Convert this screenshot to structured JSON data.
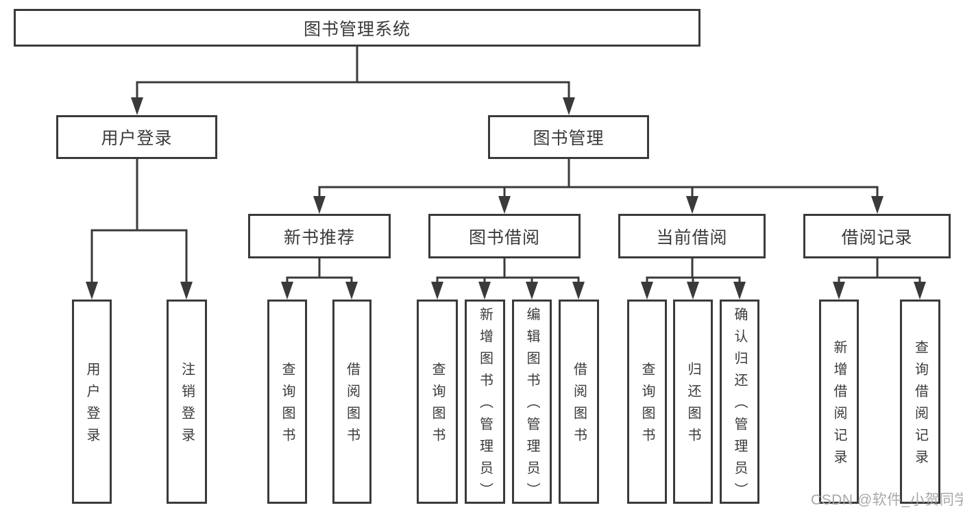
{
  "diagram": {
    "root": {
      "label": "图书管理系统"
    },
    "branches": [
      {
        "label": "用户登录",
        "children": [
          {
            "label": "用户登录"
          },
          {
            "label": "注销登录"
          }
        ]
      },
      {
        "label": "图书管理",
        "children": [
          {
            "label": "新书推荐",
            "children": [
              {
                "label": "查询图书"
              },
              {
                "label": "借阅图书"
              }
            ]
          },
          {
            "label": "图书借阅",
            "children": [
              {
                "label": "查询图书"
              },
              {
                "label": "新增图书（管理员）"
              },
              {
                "label": "编辑图书（管理员）"
              },
              {
                "label": "借阅图书"
              }
            ]
          },
          {
            "label": "当前借阅",
            "children": [
              {
                "label": "查询图书"
              },
              {
                "label": "归还图书"
              },
              {
                "label": "确认归还（管理员）"
              }
            ]
          },
          {
            "label": "借阅记录",
            "children": [
              {
                "label": "新增借阅记录"
              },
              {
                "label": "查询借阅记录"
              }
            ]
          }
        ]
      }
    ]
  },
  "watermark": {
    "text": "CSDN @软件_小贺同学",
    "color": "#a8a8a8"
  },
  "colors": {
    "line": "#3a3a3a",
    "box_border": "#3a3a3a",
    "text": "#3a3a3a",
    "background": "#ffffff"
  }
}
